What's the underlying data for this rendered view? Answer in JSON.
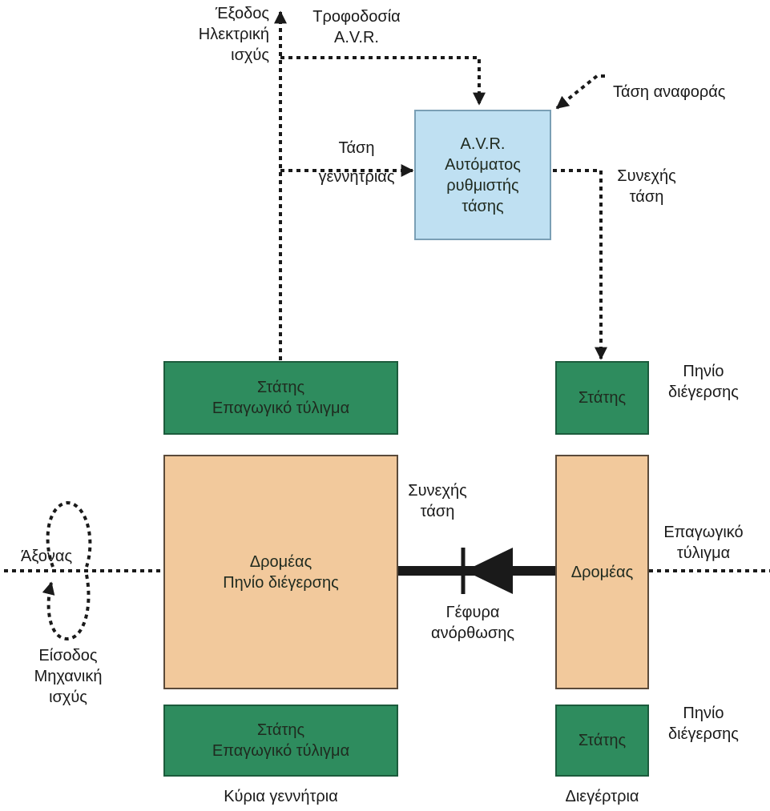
{
  "labels": {
    "output": [
      "Έξοδος",
      "Ηλεκτρική",
      "ισχύς"
    ],
    "avr_supply": [
      "Τροφοδοσία",
      "A.V.R."
    ],
    "reference_voltage": "Τάση αναφοράς",
    "generator_voltage": [
      "Τάση",
      "γεννήτριας"
    ],
    "dc_voltage_top": [
      "Συνεχής",
      "τάση"
    ],
    "exciter_field_top": [
      "Πηνίο",
      "διέγερσης"
    ],
    "dc_voltage_rotor": [
      "Συνεχής",
      "τάση"
    ],
    "exciter_winding": [
      "Επαγωγικό",
      "τύλιγμα"
    ],
    "shaft": "Άξονας",
    "input": [
      "Είσοδος",
      "Μηχανική",
      "ισχύς"
    ],
    "rectifier": [
      "Γέφυρα",
      "ανόρθωσης"
    ],
    "exciter_field_bottom": [
      "Πηνίο",
      "διέγερσης"
    ],
    "main_generator": "Κύρια γεννήτρια",
    "exciter": "Διεγέρτρια"
  },
  "boxes": {
    "avr": [
      "A.V.R.",
      "Αυτόματος",
      "ρυθμιστής",
      "τάσης"
    ],
    "main_stator_top": [
      "Στάτης",
      "Επαγωγικό τύλιγμα"
    ],
    "main_rotor": [
      "Δρομέας",
      "Πηνίο διέγερσης"
    ],
    "main_stator_bottom": [
      "Στάτης",
      "Επαγωγικό τύλιγμα"
    ],
    "exciter_stator_top": [
      "Στάτης"
    ],
    "exciter_rotor": [
      "Δρομέας"
    ],
    "exciter_stator_bottom": [
      "Στάτης"
    ]
  },
  "colors": {
    "stator_green": "#2e8c5e",
    "rotor_tan": "#f2c99c",
    "avr_blue": "#bfe0f2",
    "line": "#1a1a1a"
  }
}
